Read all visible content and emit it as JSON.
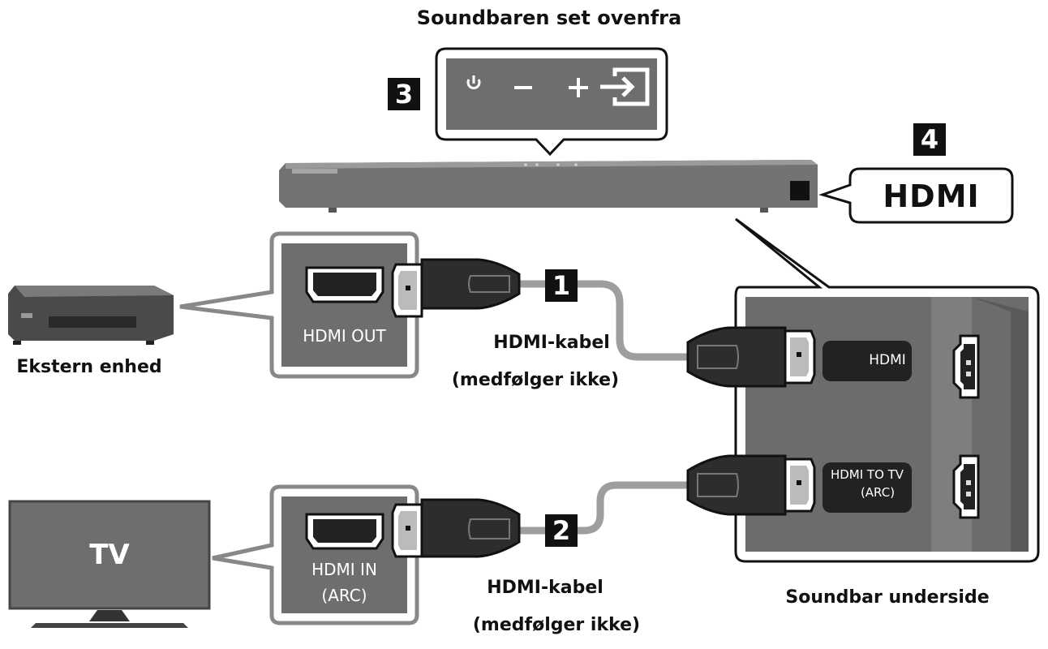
{
  "title": "Soundbaren set ovenfra",
  "steps": {
    "s1": "1",
    "s2": "2",
    "s3": "3",
    "s4": "4"
  },
  "hdmi_callout": "HDMI",
  "external_device": {
    "label": "Ekstern enhed",
    "port": "HDMI OUT"
  },
  "tv": {
    "screen_text": "TV",
    "port_line1": "HDMI IN",
    "port_line2": "(ARC)"
  },
  "cable1": {
    "line1": "HDMI-kabel",
    "line2": "(medfølger ikke)"
  },
  "cable2": {
    "line1": "HDMI-kabel",
    "line2": "(medfølger ikke)"
  },
  "underside": {
    "label": "Soundbar underside",
    "port_hdmi": "HDMI",
    "port_tv_line1": "HDMI TO TV",
    "port_tv_line2": "(ARC)"
  },
  "colors": {
    "panel": "#6e6e6e",
    "outline": "#888888",
    "dark": "#1a1a1a",
    "bar": "#727272"
  }
}
